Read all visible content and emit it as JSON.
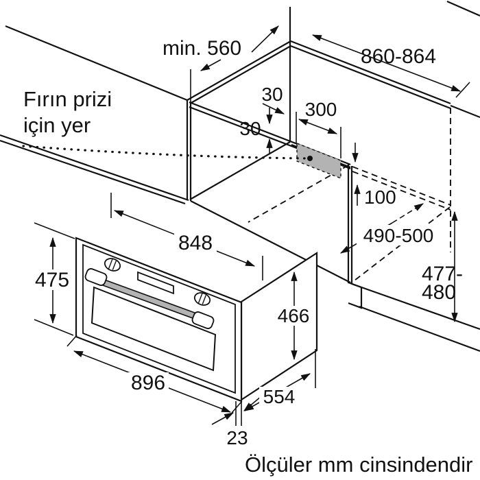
{
  "notes": {
    "socket_line1": "Fırın prizi",
    "socket_line2": "için yer",
    "units": "Ölçüler mm cinsindendir"
  },
  "dimensions": {
    "counter_depth": "min. 560",
    "niche_width": "860-864",
    "gap_socket_side": "30",
    "socket_width": "300",
    "fascia_strip": "30",
    "socket_height_above_floor": "100",
    "niche_depth": "490-500",
    "niche_height_line1": "477-",
    "niche_height_line2": "480",
    "oven_body_width": "848",
    "oven_front_height": "475",
    "oven_body_height": "466",
    "oven_front_width": "896",
    "oven_body_depth": "554",
    "door_protrusion": "23"
  },
  "colors": {
    "line": "#111111",
    "socket_fill": "#b3b3b3",
    "handle_fill": "#b3b3b3",
    "background": "#ffffff"
  }
}
